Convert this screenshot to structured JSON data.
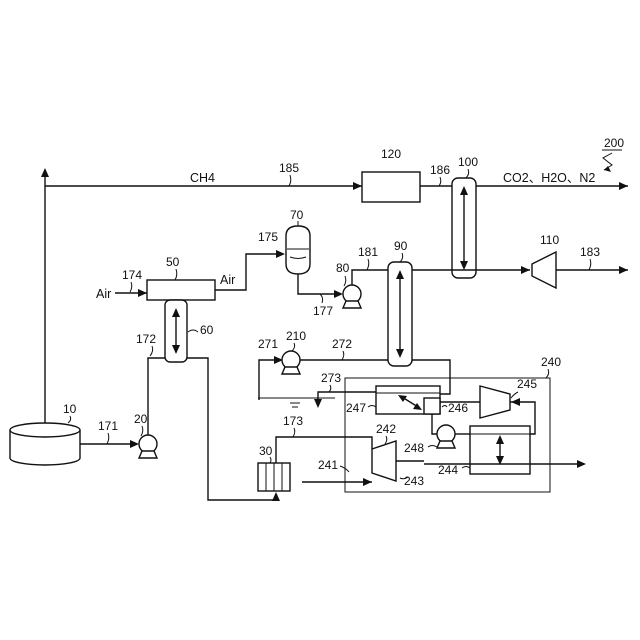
{
  "diagram": {
    "system_ref": "200",
    "labels": {
      "storage": "10",
      "pump_20": "20",
      "unit_30": "30",
      "unit_50": "50",
      "hx_60": "60",
      "vessel_70": "70",
      "pump_80": "80",
      "hx_90": "90",
      "hx_100": "100",
      "turbine_110": "110",
      "unit_120": "120",
      "pump_210": "210",
      "system_240": "240",
      "line_241": "241",
      "comp_242": "242",
      "comp_243": "243",
      "hx_244": "244",
      "turbine_245": "245",
      "unit_246": "246",
      "unit_247": "247",
      "pump_248": "248",
      "line_171": "171",
      "line_172": "172",
      "line_173": "173",
      "line_174": "174",
      "line_175": "175",
      "line_177": "177",
      "line_181": "181",
      "line_183": "183",
      "line_185": "185",
      "line_186": "186",
      "line_271": "271",
      "line_272": "272",
      "line_273": "273"
    },
    "streams": {
      "ch4": "CH4",
      "air_in": "Air",
      "air_out": "Air",
      "exhaust": "CO2、H2O、N2"
    }
  }
}
